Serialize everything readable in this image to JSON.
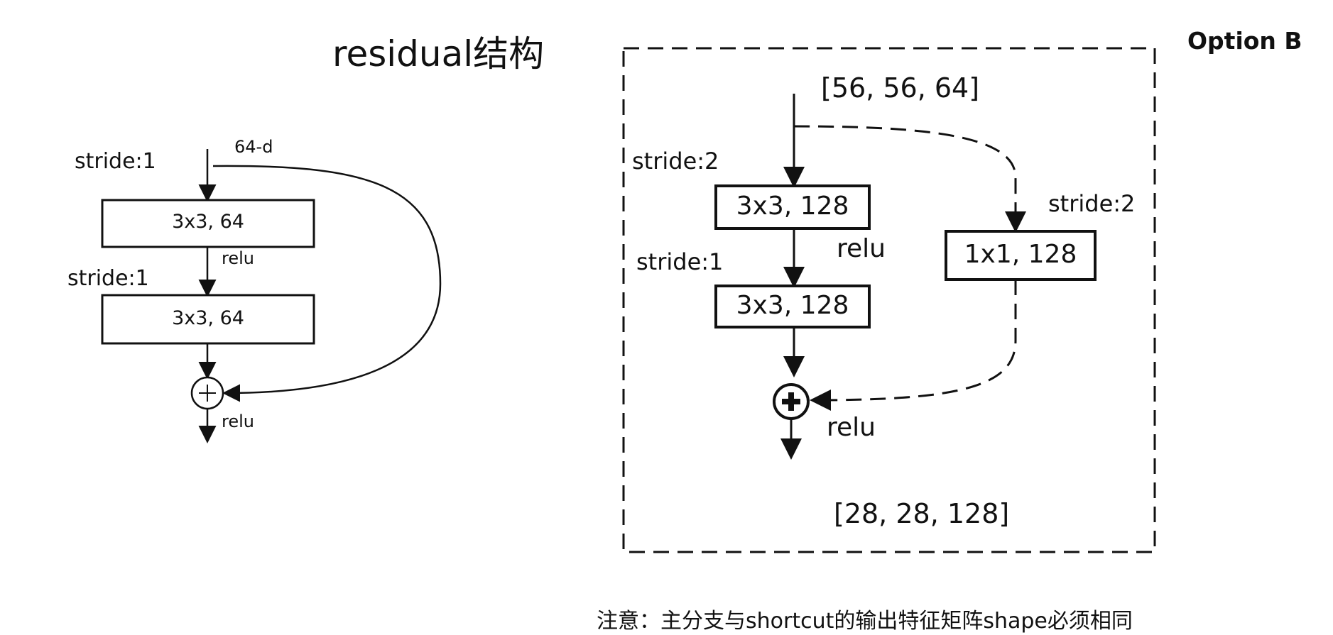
{
  "title": "residual结构",
  "left": {
    "input_dim": "64-d",
    "stride1": "stride:1",
    "conv1": "3x3, 64",
    "relu1": "relu",
    "stride2": "stride:1",
    "conv2": "3x3, 64",
    "relu2": "relu"
  },
  "right": {
    "option": "Option B",
    "input_shape": "[56, 56, 64]",
    "stride_main1": "stride:2",
    "conv1": "3x3, 128",
    "relu1": "relu",
    "stride_main2": "stride:1",
    "conv2": "3x3, 128",
    "relu2": "relu",
    "stride_shortcut": "stride:2",
    "shortcut_conv": "1x1, 128",
    "output_shape": "[28, 28, 128]"
  },
  "note": "注意：主分支与shortcut的输出特征矩阵shape必须相同"
}
